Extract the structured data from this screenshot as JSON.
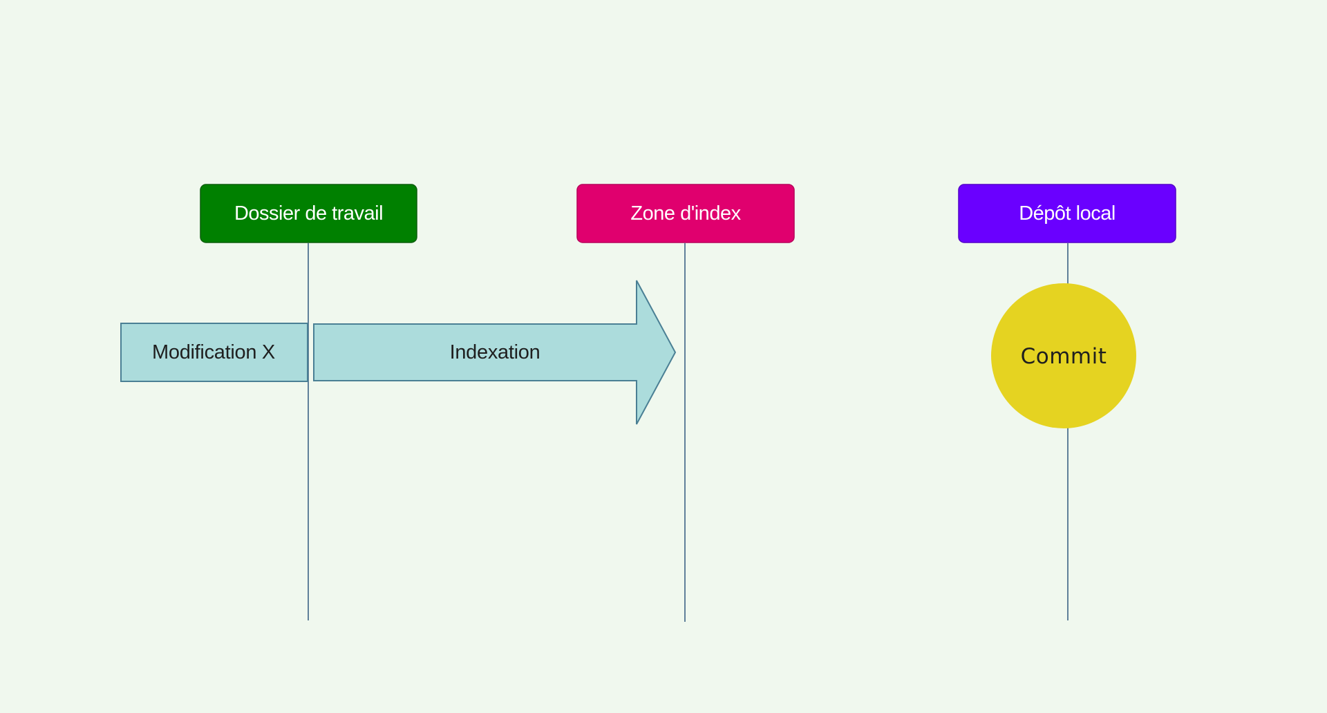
{
  "lanes": [
    {
      "label": "Dossier de travail",
      "color": "#008000"
    },
    {
      "label": "Zone d'index",
      "color": "#e0006e"
    },
    {
      "label": "Dépôt local",
      "color": "#6a00ff"
    }
  ],
  "steps": {
    "modification": {
      "label": "Modification X",
      "color": "#acdcdc"
    },
    "indexation": {
      "label": "Indexation",
      "color": "#acdcdc"
    },
    "commit": {
      "label": "Commit",
      "color": "#e5d321"
    }
  },
  "colors": {
    "background": "#f0f8ee",
    "lifeline": "#5f7f99",
    "shape_border": "#4a7f94"
  }
}
